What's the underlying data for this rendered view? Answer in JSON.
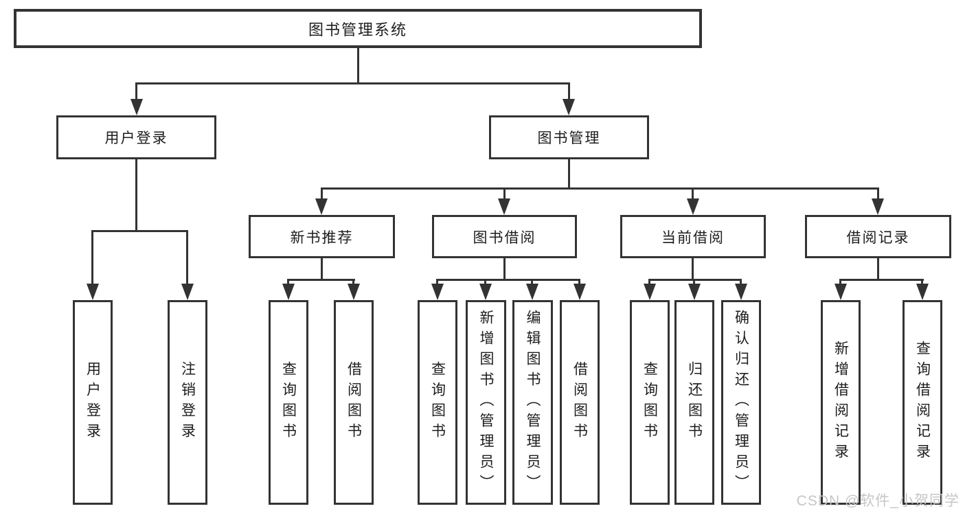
{
  "colors": {
    "line": "#333333",
    "text": "#1d1d1d",
    "bg": "#ffffff",
    "watermark": "#c6c6c6"
  },
  "tree": {
    "label": "图书管理系统",
    "children": [
      {
        "label": "用户登录",
        "children": [
          {
            "label": "用户登录"
          },
          {
            "label": "注销登录"
          }
        ]
      },
      {
        "label": "图书管理",
        "children": [
          {
            "label": "新书推荐",
            "children": [
              {
                "label": "查询图书"
              },
              {
                "label": "借阅图书"
              }
            ]
          },
          {
            "label": "图书借阅",
            "children": [
              {
                "label": "查询图书"
              },
              {
                "label": "新增图书（管理员）"
              },
              {
                "label": "编辑图书（管理员）"
              },
              {
                "label": "借阅图书"
              }
            ]
          },
          {
            "label": "当前借阅",
            "children": [
              {
                "label": "查询图书"
              },
              {
                "label": "归还图书"
              },
              {
                "label": "确认归还（管理员）"
              }
            ]
          },
          {
            "label": "借阅记录",
            "children": [
              {
                "label": "新增借阅记录"
              },
              {
                "label": "查询借阅记录"
              }
            ]
          }
        ]
      }
    ]
  },
  "watermark": {
    "text": "CSDN @软件_小贺同学"
  }
}
